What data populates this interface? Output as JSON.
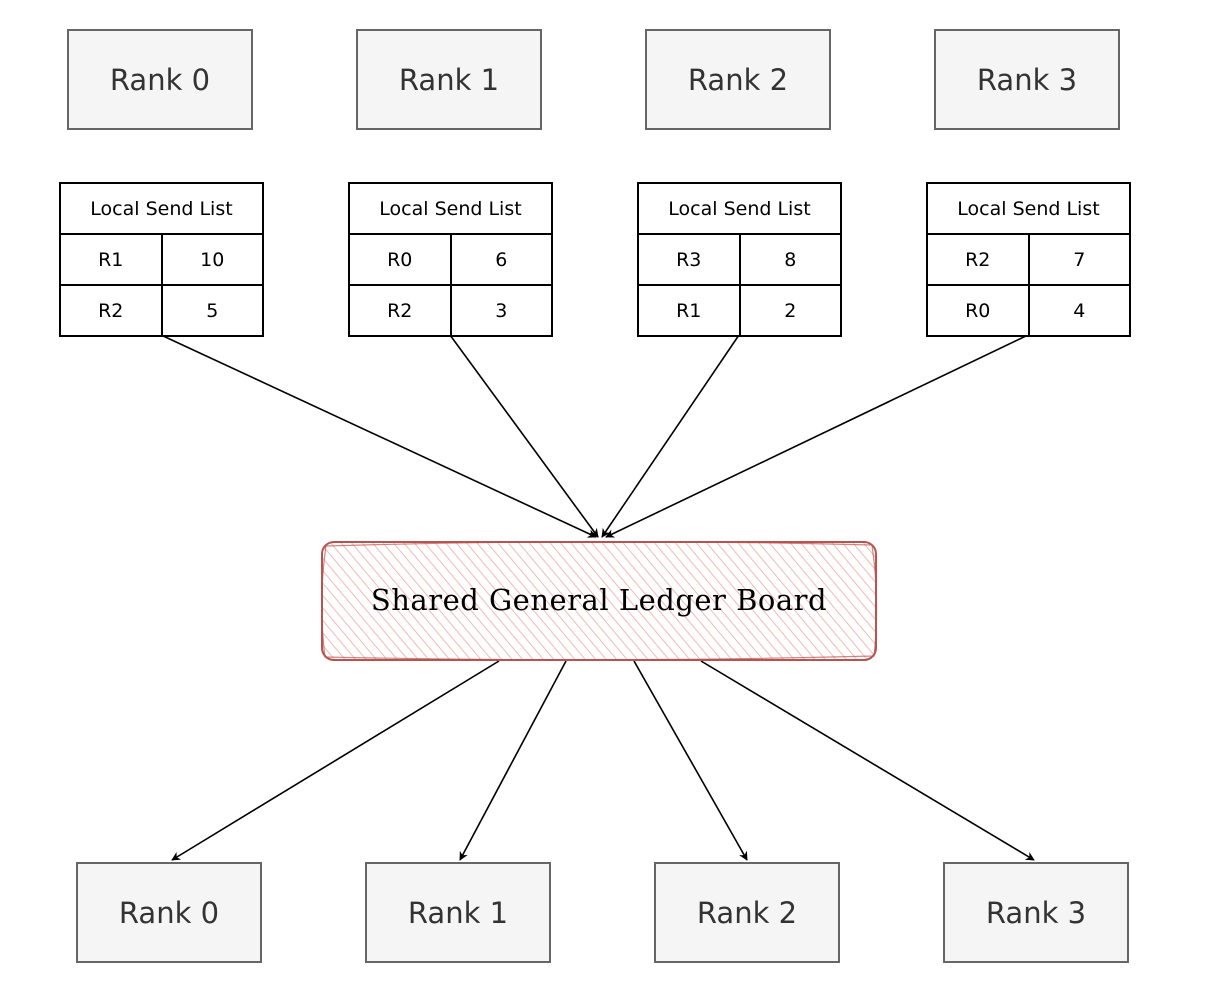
{
  "top_ranks": [
    "Rank 0",
    "Rank 1",
    "Rank 2",
    "Rank 3"
  ],
  "send_lists": [
    {
      "title": "Local Send List",
      "rows": [
        [
          "R1",
          "10"
        ],
        [
          "R2",
          "5"
        ]
      ]
    },
    {
      "title": "Local Send List",
      "rows": [
        [
          "R0",
          "6"
        ],
        [
          "R2",
          "3"
        ]
      ]
    },
    {
      "title": "Local Send List",
      "rows": [
        [
          "R3",
          "8"
        ],
        [
          "R1",
          "2"
        ]
      ]
    },
    {
      "title": "Local Send List",
      "rows": [
        [
          "R2",
          "7"
        ],
        [
          "R0",
          "4"
        ]
      ]
    }
  ],
  "ledger": {
    "label": "Shared General Ledger Board",
    "fill": "#f8cecc",
    "stroke": "#b85450"
  },
  "bottom_ranks": [
    "Rank 0",
    "Rank 1",
    "Rank 2",
    "Rank 3"
  ]
}
